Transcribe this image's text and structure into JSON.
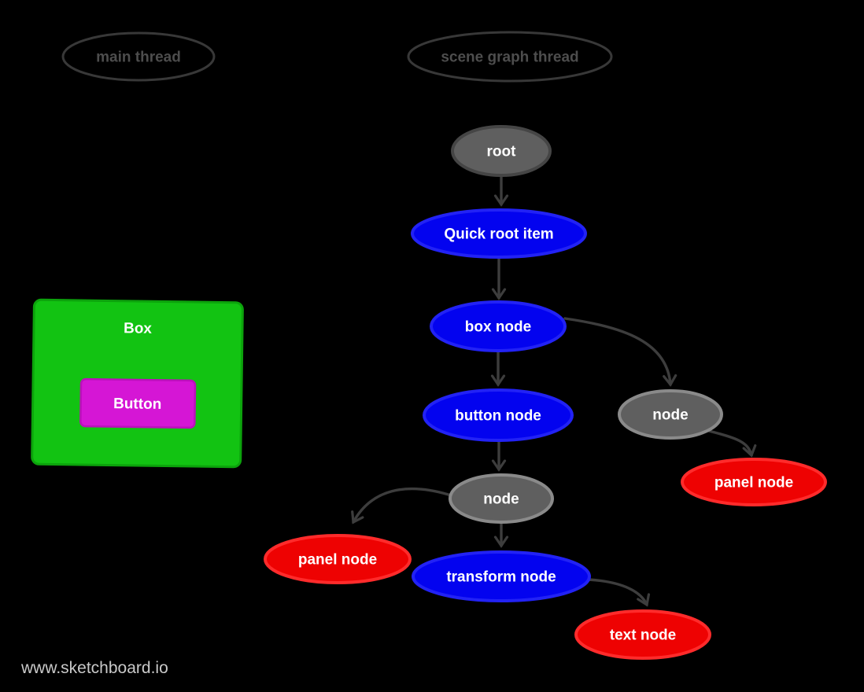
{
  "canvas": {
    "background": "#000000"
  },
  "colors": {
    "arrow": "#3d3d3d",
    "lane_outline": "#383838",
    "lane_text": "#4d4d4d",
    "gray_fill": "#5f5f5f",
    "gray_stroke_dark": "#454545",
    "gray_stroke_light": "#8a8a8a",
    "blue_fill": "#0303ef",
    "blue_stroke": "#2222f5",
    "red_fill": "#ee0202",
    "red_stroke": "#ff2b2b",
    "node_text": "#ffffff",
    "green_fill": "#12c312",
    "green_stroke": "#0ca30c",
    "magenta_fill": "#d516d5",
    "magenta_stroke": "#bb10bb",
    "watermark_text": "#c9c9c9"
  },
  "lanes": {
    "main_thread": "main thread",
    "scene_graph_thread": "scene graph thread"
  },
  "main_thread_view": {
    "box_label": "Box",
    "button_label": "Button"
  },
  "scene_graph": {
    "root": "root",
    "quick_root_item": "Quick root item",
    "box_node": "box node",
    "button_node": "button node",
    "node_right": "node",
    "panel_node_right": "panel node",
    "node_left": "node",
    "panel_node_left": "panel node",
    "transform_node": "transform node",
    "text_node": "text node"
  },
  "watermark": "www.sketchboard.io"
}
